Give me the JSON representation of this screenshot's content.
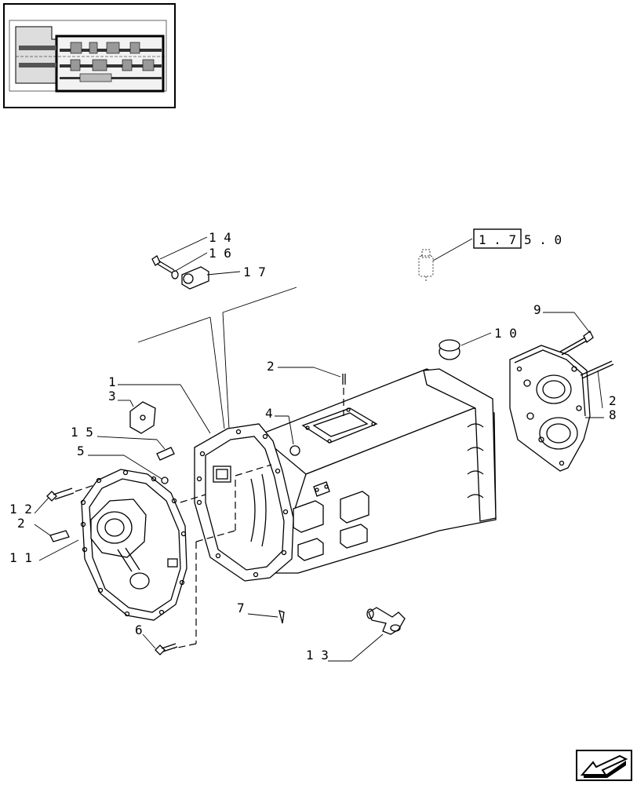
{
  "ref_box": {
    "boxed": "1 . 7",
    "rest": "5 . 0"
  },
  "callouts": [
    {
      "id": "14",
      "text": "1 4"
    },
    {
      "id": "16",
      "text": "1 6"
    },
    {
      "id": "17",
      "text": "1 7"
    },
    {
      "id": "9",
      "text": "9"
    },
    {
      "id": "10",
      "text": "1 0"
    },
    {
      "id": "2a",
      "text": "2"
    },
    {
      "id": "28a",
      "text": "2"
    },
    {
      "id": "28b",
      "text": "8"
    },
    {
      "id": "1",
      "text": "1"
    },
    {
      "id": "3",
      "text": "3"
    },
    {
      "id": "4",
      "text": "4"
    },
    {
      "id": "15",
      "text": "1 5"
    },
    {
      "id": "5",
      "text": "5"
    },
    {
      "id": "12",
      "text": "1 2"
    },
    {
      "id": "2b",
      "text": "2"
    },
    {
      "id": "11",
      "text": "1 1"
    },
    {
      "id": "7",
      "text": "7"
    },
    {
      "id": "6",
      "text": "6"
    },
    {
      "id": "13",
      "text": "1 3"
    }
  ],
  "icons": {
    "thumbnail": "transmission-overview-thumbnail",
    "nav": "next-page-arrow-icon"
  }
}
